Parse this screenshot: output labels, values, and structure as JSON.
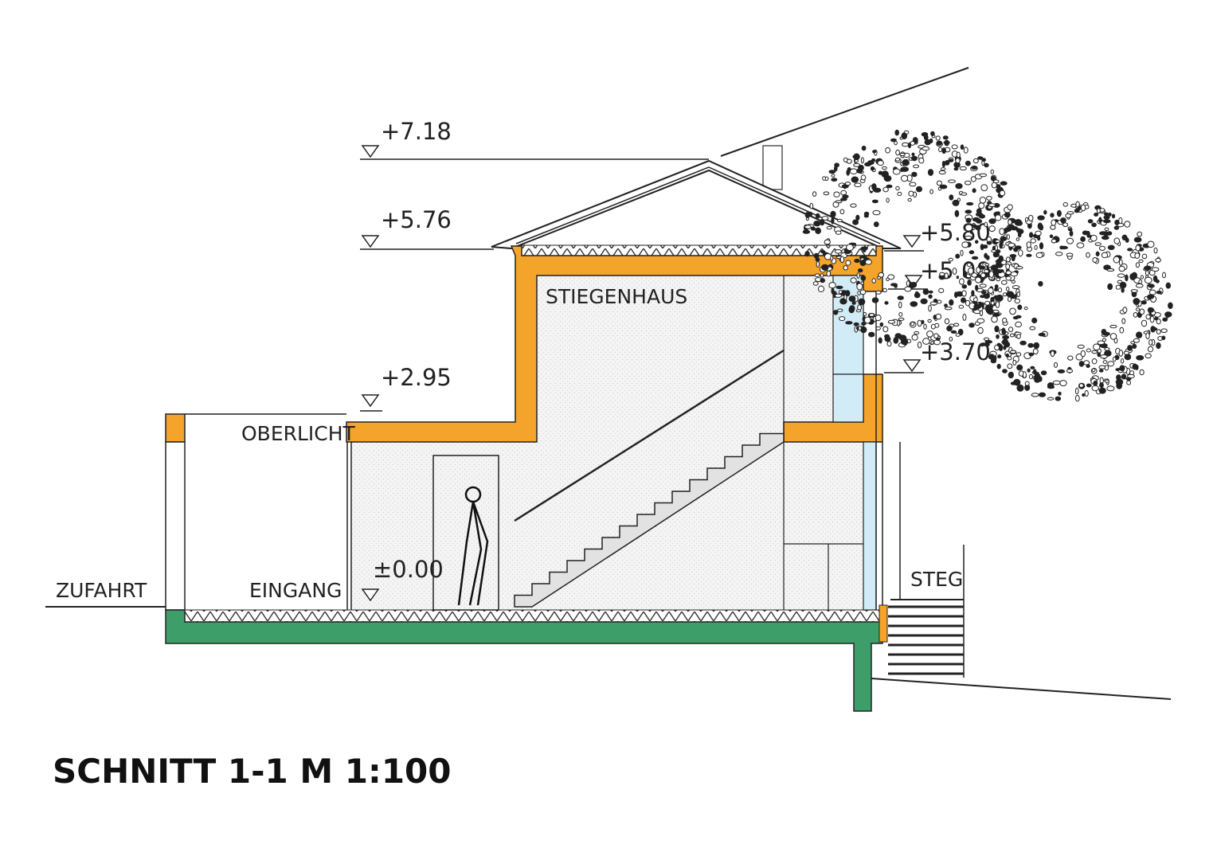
{
  "drawing": {
    "title": "SCHNITT 1-1  M 1:100",
    "labels": {
      "zufahrt": "ZUFAHRT",
      "eingang": "EINGANG",
      "oberlicht": "OBERLICHT",
      "stiegenhaus": "STIEGENHAUS",
      "steg": "STEG"
    },
    "levels": {
      "ridge": "+7.18",
      "eaves": "+5.76",
      "upper_floor": "+2.95",
      "ground_floor": "±0.00",
      "right_top": "+5.80",
      "right_middle": "+5.00",
      "right_lower": "+3.70"
    },
    "colors": {
      "wall_section": "#F4A42A",
      "foundation": "#3E9E6A",
      "glazing": "#D2ECF7",
      "interior_fill": "#F1F1F1"
    }
  }
}
